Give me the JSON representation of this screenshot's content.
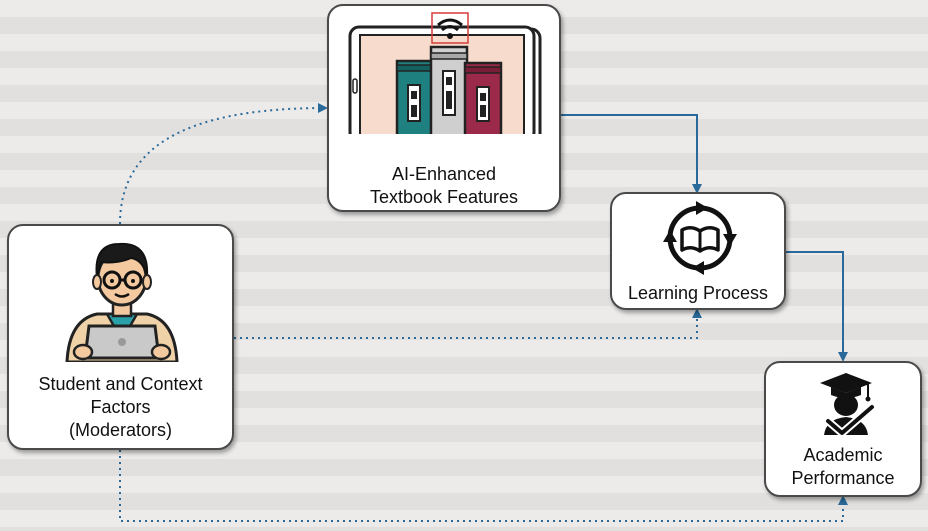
{
  "nodes": {
    "features": {
      "label_lines": [
        "AI-Enhanced",
        "Textbook Features"
      ],
      "icon": "ai-textbook-tablet-icon"
    },
    "learning": {
      "label_lines": [
        "Learning Process"
      ],
      "icon": "learning-cycle-book-icon"
    },
    "performance": {
      "label_lines": [
        "Academic",
        "Performance"
      ],
      "icon": "graduate-checkmark-icon"
    },
    "student": {
      "label_lines": [
        "Student and Context",
        "Factors",
        "(Moderators)"
      ],
      "icon": "student-laptop-icon"
    }
  },
  "edges": [
    {
      "from": "features",
      "to": "learning",
      "style": "solid"
    },
    {
      "from": "learning",
      "to": "performance",
      "style": "solid"
    },
    {
      "from": "student",
      "to": "features",
      "style": "dotted"
    },
    {
      "from": "student",
      "to": "learning",
      "style": "dotted"
    },
    {
      "from": "student",
      "to": "performance",
      "style": "dotted"
    }
  ],
  "colors": {
    "arrow": "#2a6a9a",
    "node_border": "#4a4a4a",
    "teal_book": "#1f8080",
    "maroon_book": "#9b2a4a",
    "skin": "#f5c9a0"
  }
}
